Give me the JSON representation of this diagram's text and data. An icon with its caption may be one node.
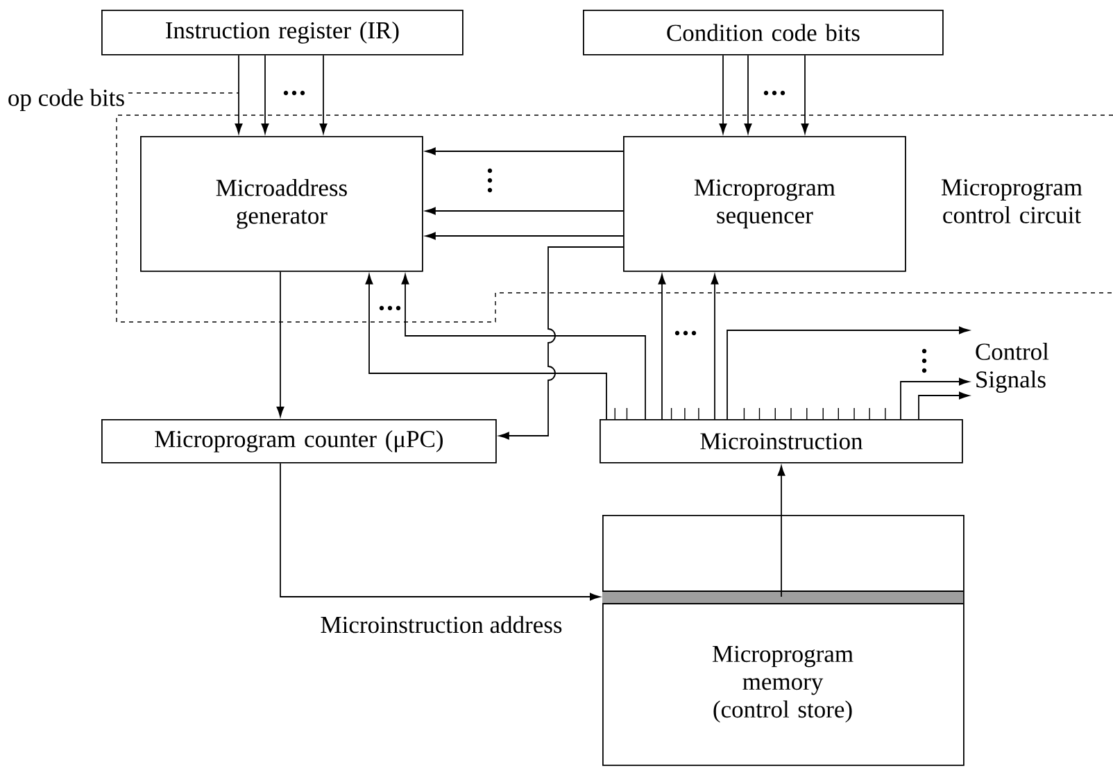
{
  "diagram": {
    "nodes": [
      {
        "text": [
          "Instruction register (IR)"
        ]
      },
      {
        "text": [
          "Condition code bits"
        ]
      },
      {
        "text": [
          "Microprogram control circuit"
        ]
      },
      {
        "text": [
          "Microaddress generator"
        ],
        "in": 2
      },
      {
        "text": [
          "Microprogram sequencer"
        ],
        "in": 2
      },
      {
        "text": [
          "Microprogram counter (μPC)"
        ]
      },
      {
        "text": [
          "Microinstruction"
        ]
      },
      {
        "text": [
          "Microprogram memory (control store)"
        ]
      },
      {
        "text": [
          "Control Signals"
        ]
      },
      {
        "text": [
          "op code bits"
        ]
      }
    ],
    "edges": [
      {
        "from": 0,
        "to": 3,
        "arrow": "to"
      },
      {
        "from": 0,
        "to": 3,
        "arrow": "to"
      },
      {
        "from": 0,
        "to": 3,
        "arrow": "to"
      },
      {
        "from": 1,
        "to": 4,
        "arrow": "to"
      },
      {
        "from": 1,
        "to": 4,
        "arrow": "to"
      },
      {
        "from": 1,
        "to": 4,
        "arrow": "to"
      },
      {
        "from": 4,
        "to": 3,
        "arrow": "to"
      },
      {
        "from": 4,
        "to": 3,
        "arrow": "to"
      },
      {
        "from": 4,
        "to": 3,
        "arrow": "to"
      },
      {
        "from": 4,
        "to": 5,
        "arrow": "to"
      },
      {
        "from": 3,
        "to": 5,
        "arrow": "to"
      },
      {
        "from": 6,
        "to": 3,
        "arrow": "to"
      },
      {
        "from": 6,
        "to": 3,
        "arrow": "to"
      },
      {
        "from": 6,
        "to": 4,
        "arrow": "to"
      },
      {
        "from": 6,
        "to": 4,
        "arrow": "to"
      },
      {
        "from": 6,
        "to": 8,
        "arrow": "to"
      },
      {
        "from": 6,
        "to": 8,
        "arrow": "to"
      },
      {
        "from": 6,
        "to": 8,
        "arrow": "to"
      },
      {
        "from": 7,
        "to": 6,
        "arrow": "to"
      },
      {
        "from": 5,
        "to": 7,
        "arrow": "to",
        "label": "Microinstruction address"
      },
      {
        "from": 9,
        "to": null,
        "arrow": "none",
        "style": "dashed"
      }
    ]
  }
}
